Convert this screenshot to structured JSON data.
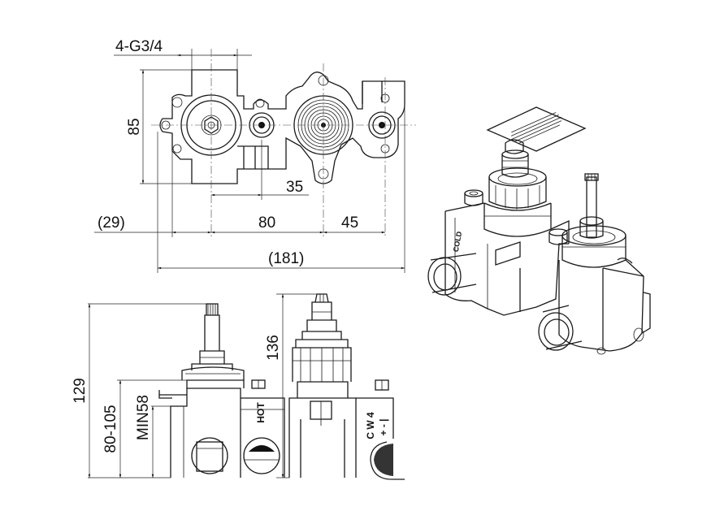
{
  "top_view": {
    "thread_label": "4-G3/4",
    "height_dim": "85",
    "offset_dim": "35",
    "left_offset_dim": "(29)",
    "center_spacing_dim": "80",
    "right_spacing_dim": "45",
    "overall_width_dim": "(181)"
  },
  "front_view": {
    "total_height_dim": "129",
    "depth_range_dim": "80-105",
    "min_depth_dim": "MIN58",
    "stem_height_dim": "136",
    "hot_label": "HOT",
    "cold_label_line1": "C W 4",
    "cold_label_line2": "+ - |"
  },
  "iso_view": {
    "cold_label": "COLD"
  }
}
